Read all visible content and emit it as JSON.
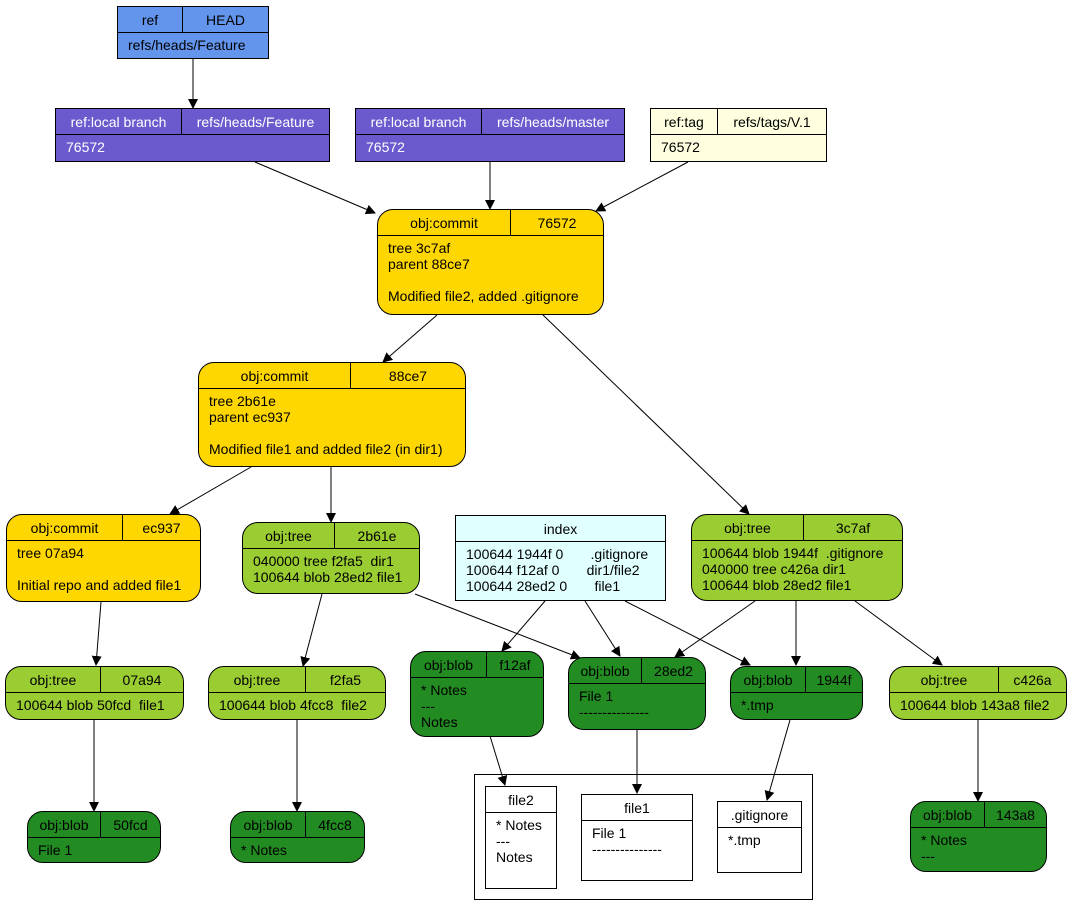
{
  "colors": {
    "head_ref": "#6495ED",
    "branch_ref": "#6A5ACD",
    "tag_ref": "#FFFFE0",
    "commit": "#FFD700",
    "tree": "#9ACD32",
    "blob": "#228B22",
    "index": "#E0FFFF",
    "file": "#FFFFFF"
  },
  "nodes": {
    "head": {
      "type": "ref",
      "name": "HEAD",
      "value": "refs/heads/Feature"
    },
    "feature": {
      "type": "ref:local branch",
      "name": "refs/heads/Feature",
      "value": "76572"
    },
    "master": {
      "type": "ref:local branch",
      "name": "refs/heads/master",
      "value": "76572"
    },
    "tag": {
      "type": "ref:tag",
      "name": "refs/tags/V.1",
      "value": "76572"
    },
    "c76572": {
      "type": "obj:commit",
      "id": "76572",
      "body": "tree 3c7af\nparent 88ce7\n\nModified file2, added .gitignore"
    },
    "c88ce7": {
      "type": "obj:commit",
      "id": "88ce7",
      "body": "tree 2b61e\nparent ec937\n\nModified file1 and added file2 (in dir1)"
    },
    "cec937": {
      "type": "obj:commit",
      "id": "ec937",
      "body": "tree 07a94\n\nInitial repo and added file1"
    },
    "t2b61e": {
      "type": "obj:tree",
      "id": "2b61e",
      "body": "040000 tree f2fa5  dir1\n100644 blob 28ed2 file1"
    },
    "index": {
      "title": "index",
      "body": "100644 1944f 0       .gitignore\n100644 f12af 0       dir1/file2\n100644 28ed2 0       file1"
    },
    "t3c7af": {
      "type": "obj:tree",
      "id": "3c7af",
      "body": "100644 blob 1944f  .gitignore\n040000 tree c426a dir1\n100644 blob 28ed2 file1"
    },
    "t07a94": {
      "type": "obj:tree",
      "id": "07a94",
      "body": "100644 blob 50fcd  file1"
    },
    "tf2fa5": {
      "type": "obj:tree",
      "id": "f2fa5",
      "body": "100644 blob 4fcc8  file2"
    },
    "bf12af": {
      "type": "obj:blob",
      "id": "f12af",
      "body": "* Notes\n---\nNotes"
    },
    "b28ed2": {
      "type": "obj:blob",
      "id": "28ed2",
      "body": "File 1\n---------------"
    },
    "b1944f": {
      "type": "obj:blob",
      "id": "1944f",
      "body": "*.tmp"
    },
    "tc426a": {
      "type": "obj:tree",
      "id": "c426a",
      "body": "100644 blob 143a8 file2"
    },
    "b50fcd": {
      "type": "obj:blob",
      "id": "50fcd",
      "body": "File 1"
    },
    "b4fcc8": {
      "type": "obj:blob",
      "id": "4fcc8",
      "body": "* Notes"
    },
    "b143a8": {
      "type": "obj:blob",
      "id": "143a8",
      "body": "* Notes\n---"
    },
    "file2": {
      "title": "file2",
      "body": "* Notes\n---\nNotes"
    },
    "file1": {
      "title": "file1",
      "body": "File 1\n---------------"
    },
    "gitignore": {
      "title": ".gitignore",
      "body": "*.tmp"
    }
  }
}
